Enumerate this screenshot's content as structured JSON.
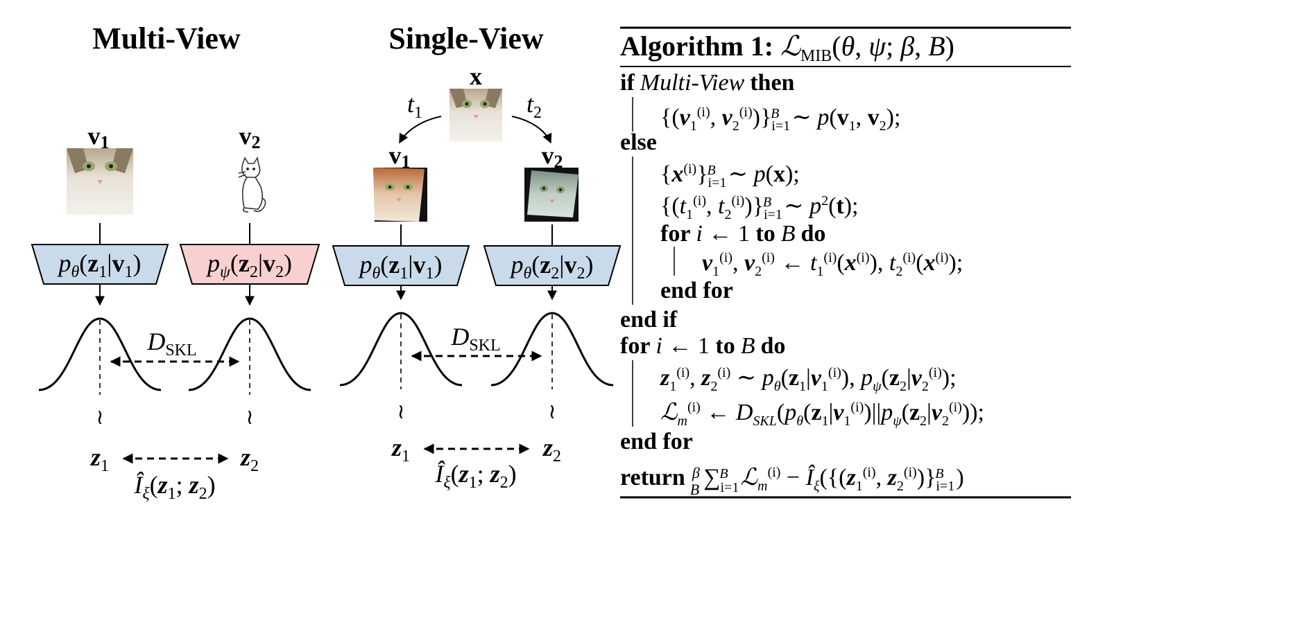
{
  "multi_view": {
    "title": "Multi-View",
    "v1": "v",
    "v1_sub": "1",
    "v2": "v",
    "v2_sub": "2",
    "encoder1": "pθ(z1|v1)",
    "encoder2": "pψ(z2|v2)",
    "divergence": "D",
    "divergence_sub": "SKL",
    "z1": "z",
    "z1_sub": "1",
    "z2": "z",
    "z2_sub": "2",
    "mi_estimator": "Îξ(z1; z2)",
    "sample_symbol": "≀",
    "encoder1_color": "#c9daea",
    "encoder2_color": "#f8d0d0"
  },
  "single_view": {
    "title": "Single-View",
    "x": "x",
    "t1": "t",
    "t1_sub": "1",
    "t2": "t",
    "t2_sub": "2",
    "v1": "v",
    "v1_sub": "1",
    "v2": "v",
    "v2_sub": "2",
    "encoder1": "pθ(z1|v1)",
    "encoder2": "pθ(z2|v2)",
    "divergence": "D",
    "divergence_sub": "SKL",
    "z1": "z",
    "z1_sub": "1",
    "z2": "z",
    "z2_sub": "2",
    "mi_estimator": "Îξ(z1; z2)",
    "sample_symbol": "≀",
    "encoder_color": "#c9daea"
  },
  "algorithm": {
    "label": "Algorithm 1:",
    "signature": "ℒMIB(θ, ψ; β, B)",
    "lines": [
      {
        "kw1": "if",
        "text": "Multi-View",
        "kw2": "then"
      },
      {
        "text": "{(v1(i), v2(i))}Bi=1 ∼ p(v1, v2);"
      },
      {
        "kw1": "else"
      },
      {
        "text": "{x(i)}Bi=1 ∼ p(x);"
      },
      {
        "text": "{(t1(i), t2(i))}Bi=1 ∼ p2(t);"
      },
      {
        "kw1": "for",
        "text": "i ← 1",
        "kw2": "to",
        "text2": "B",
        "kw3": "do"
      },
      {
        "text": "v1(i), v2(i) ← t1(i)(x(i)), t2(i)(x(i));"
      },
      {
        "kw1": "end for"
      },
      {
        "kw1": "end if"
      },
      {
        "kw1": "for",
        "text": "i ← 1",
        "kw2": "to",
        "text2": "B",
        "kw3": "do"
      },
      {
        "text": "z1(i), z2(i) ∼ pθ(z1|v1(i)), pψ(z2|v2(i));"
      },
      {
        "text": "ℒm(i) ← DSKL(pθ(z1|v1(i))||pψ(z2|v2(i)));"
      },
      {
        "kw1": "end for"
      },
      {
        "kw1": "return",
        "text": "β/B ∑Bi=1 ℒm(i) − Îξ({(z1(i), z2(i))}Bi=1)"
      }
    ]
  }
}
